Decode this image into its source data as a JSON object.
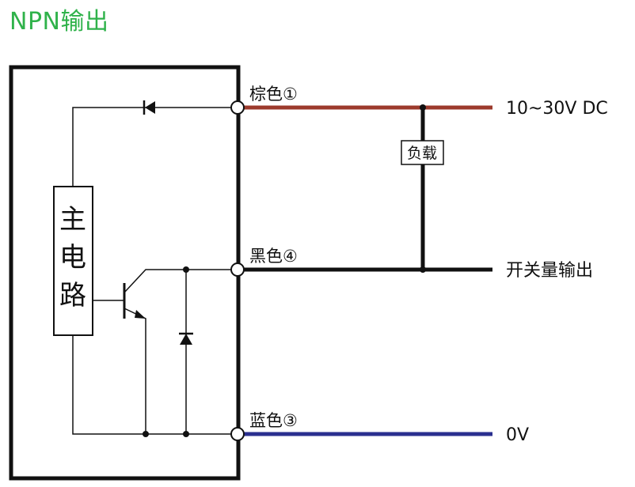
{
  "title": "NPN输出",
  "main_circuit": "主电路",
  "terminals": {
    "brown": "棕色①",
    "black": "黑色④",
    "blue": "蓝色③"
  },
  "outputs": {
    "supply": "10~30V DC",
    "switch": "开关量输出",
    "ground": "0V"
  },
  "load": "负载",
  "colors": {
    "title": "#2fb24a",
    "brown_wire": "#9c3a2c",
    "black_wire": "#111111",
    "blue_wire": "#2a2f8f"
  }
}
